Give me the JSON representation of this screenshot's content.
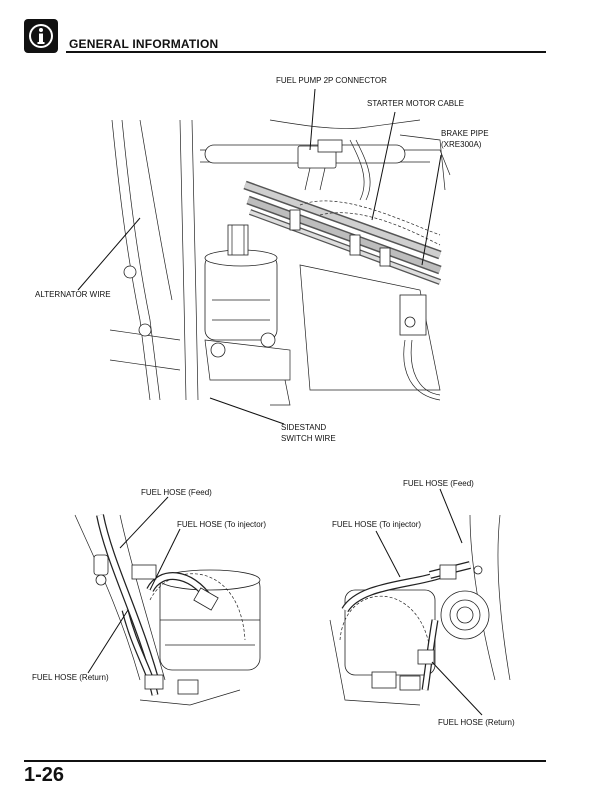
{
  "header": {
    "section_title": "GENERAL INFORMATION",
    "icon": "info-icon"
  },
  "footer": {
    "page_number": "1-26"
  },
  "figure_top": {
    "labels": {
      "fuel_pump_connector": "FUEL PUMP 2P CONNECTOR",
      "starter_motor_cable": "STARTER MOTOR CABLE",
      "brake_pipe_line1": "BRAKE PIPE",
      "brake_pipe_line2": "(XRE300A)",
      "alternator_wire": "ALTERNATOR WIRE",
      "sidestand_line1": "SIDESTAND",
      "sidestand_line2": "SWITCH WIRE"
    }
  },
  "figure_bottom_left": {
    "labels": {
      "feed": "FUEL HOSE (Feed)",
      "injector": "FUEL HOSE (To injector)",
      "return": "FUEL HOSE (Return)"
    }
  },
  "figure_bottom_right": {
    "labels": {
      "feed": "FUEL HOSE (Feed)",
      "injector": "FUEL HOSE (To injector)",
      "return": "FUEL HOSE (Return)"
    }
  }
}
